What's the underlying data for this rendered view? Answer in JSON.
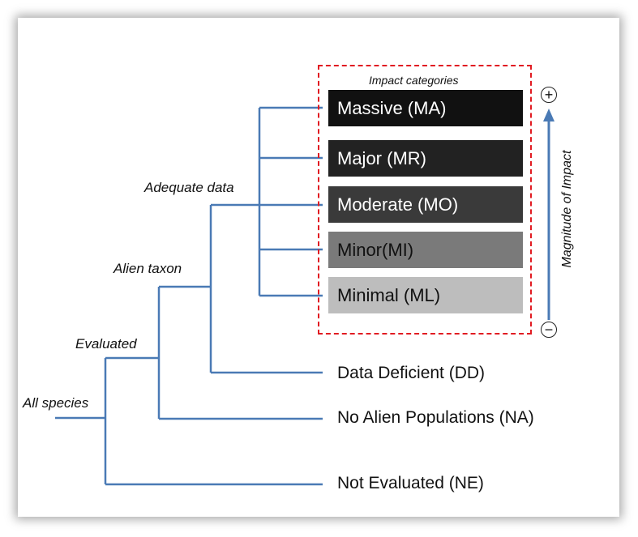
{
  "branch_labels": {
    "all_species": "All species",
    "evaluated": "Evaluated",
    "alien_taxon": "Alien taxon",
    "adequate_data": "Adequate data"
  },
  "impact_box": {
    "title": "Impact categories",
    "categories": [
      {
        "label": "Massive (MA)",
        "bg": "#111111",
        "fg": "#ffffff"
      },
      {
        "label": "Major (MR)",
        "bg": "#222222",
        "fg": "#ffffff"
      },
      {
        "label": "Moderate (MO)",
        "bg": "#3a3a3a",
        "fg": "#ffffff"
      },
      {
        "label": "Minor(MI)",
        "bg": "#7a7a7a",
        "fg": "#111111"
      },
      {
        "label": "Minimal (ML)",
        "bg": "#bdbdbd",
        "fg": "#111111"
      }
    ],
    "border_color": "#e11b22"
  },
  "leaves": {
    "data_deficient": "Data Deficient (DD)",
    "no_alien_populations": "No Alien Populations (NA)",
    "not_evaluated": "Not Evaluated (NE)"
  },
  "magnitude": {
    "label": "Magnitude of Impact",
    "plus": "+",
    "minus": "−"
  },
  "colors": {
    "tree_line": "#4a7ab5",
    "arrow": "#4a7ab5"
  }
}
